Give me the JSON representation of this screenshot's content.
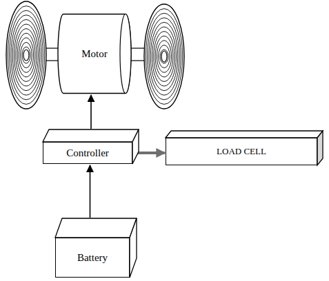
{
  "diagram": {
    "nodes": [
      {
        "text": [
          "Motor"
        ]
      },
      {
        "text": [
          "Controller"
        ]
      },
      {
        "text": [
          "LOAD CELL"
        ]
      },
      {
        "text": [
          "Battery"
        ]
      }
    ],
    "edges": [
      {
        "from": 3,
        "to": 1,
        "arrow": "to"
      },
      {
        "from": 1,
        "to": 0,
        "arrow": "to"
      },
      {
        "from": 1,
        "to": 2,
        "arrow": "to"
      }
    ]
  }
}
